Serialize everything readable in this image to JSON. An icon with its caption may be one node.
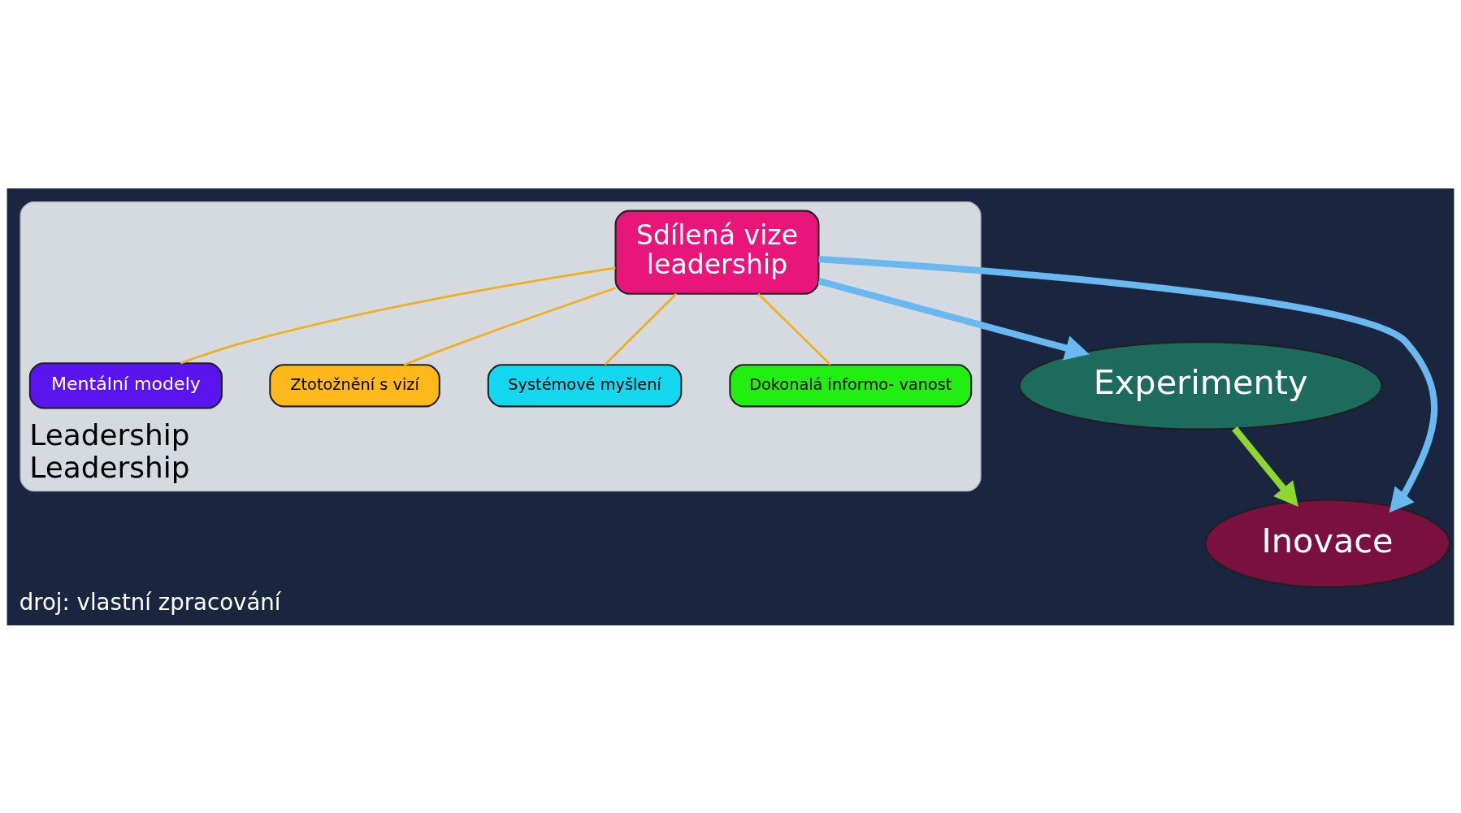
{
  "diagram": {
    "caption": "droj: vlastní zpracování",
    "nodes": [
      {
        "text": [
          "Experimenty"
        ]
      },
      {
        "text": [
          "Inovace"
        ]
      },
      {
        "text": [
          "Leadership",
          "Leadership"
        ]
      },
      {
        "text": [
          "Mentální modely"
        ],
        "in": 2
      },
      {
        "text": [
          "Ztotožnění s vizí"
        ],
        "in": 2
      },
      {
        "text": [
          "Sdílená vize",
          "leadership"
        ],
        "in": 2
      },
      {
        "text": [
          "Systémové myšlení"
        ],
        "in": 2
      },
      {
        "text": [
          "Dokonalá informo- vanost"
        ],
        "in": 2
      }
    ],
    "edges": [
      {
        "from": 0,
        "to": 1,
        "arrow": "to",
        "style": "thick",
        "color": "#8ed630"
      },
      {
        "from": 5,
        "to": 0,
        "arrow": "to",
        "style": "thick",
        "color": "#6ab8f0"
      },
      {
        "from": 5,
        "to": 1,
        "arrow": "to",
        "style": "thick",
        "color": "#6ab8f0"
      },
      {
        "from": 5,
        "to": 3,
        "arrow": "none"
      },
      {
        "from": 5,
        "to": 4,
        "arrow": "none"
      },
      {
        "from": 5,
        "to": 6,
        "arrow": "none"
      },
      {
        "from": 5,
        "to": 7,
        "arrow": "none"
      }
    ]
  }
}
